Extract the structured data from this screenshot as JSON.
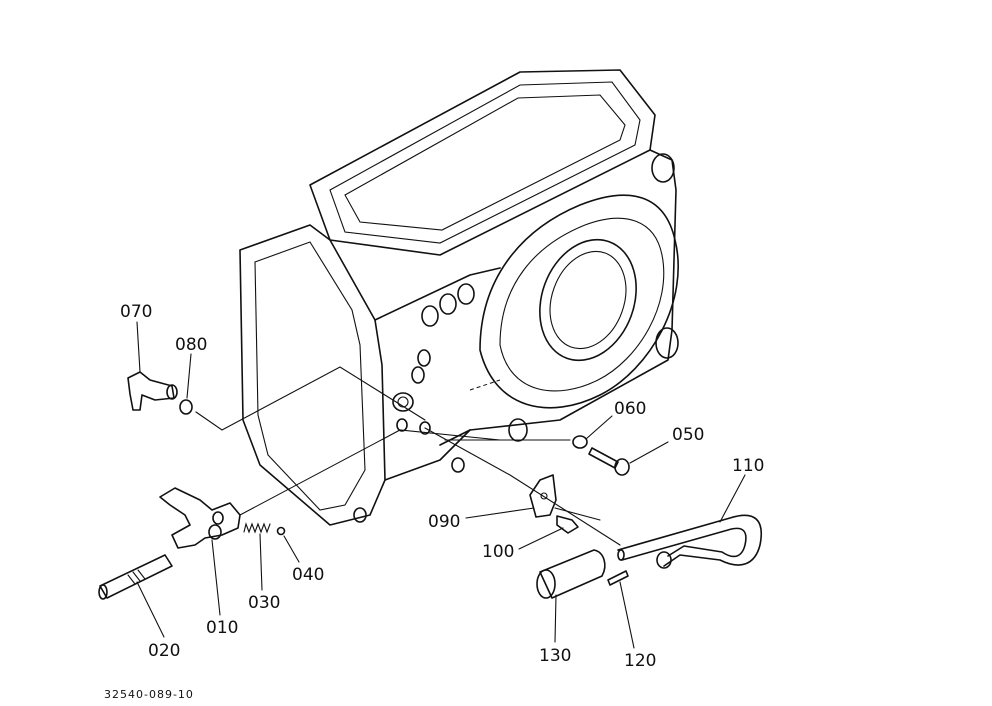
{
  "diagram": {
    "drawing_code": "32540-089-10",
    "callouts": [
      {
        "id": "c070",
        "label": "070"
      },
      {
        "id": "c080",
        "label": "080"
      },
      {
        "id": "c060",
        "label": "060"
      },
      {
        "id": "c050",
        "label": "050"
      },
      {
        "id": "c110",
        "label": "110"
      },
      {
        "id": "c090",
        "label": "090"
      },
      {
        "id": "c100",
        "label": "100"
      },
      {
        "id": "c040",
        "label": "040"
      },
      {
        "id": "c030",
        "label": "030"
      },
      {
        "id": "c010",
        "label": "010"
      },
      {
        "id": "c020",
        "label": "020"
      },
      {
        "id": "c130",
        "label": "130"
      },
      {
        "id": "c120",
        "label": "120"
      }
    ]
  }
}
